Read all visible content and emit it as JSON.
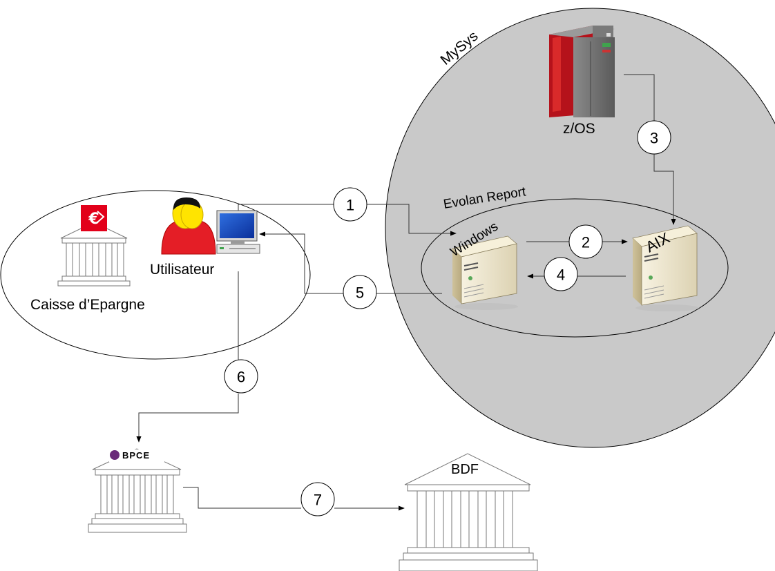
{
  "labels": {
    "mysys": "MySys",
    "zos": "z/OS",
    "evolan": "Evolan Report",
    "windows": "Windows",
    "aix": "AIX",
    "utilisateur": "Utilisateur",
    "caisse": "Caisse d’Epargne",
    "bpce": "BPCE",
    "bdf": "BDF"
  },
  "steps": [
    "1",
    "2",
    "3",
    "4",
    "5",
    "6",
    "7"
  ],
  "colors": {
    "mysys_fill": "#c9c9c9",
    "caisse_logo_red": "#e2001a",
    "mainframe_red": "#b5121b",
    "user_red": "#e41e26",
    "user_face": "#ffe400",
    "server_beige": "#efe7cf",
    "bpce_purple": "#6a2a7a"
  },
  "icons": [
    "bank-icon",
    "caisse-epargne-logo-icon",
    "user-icon",
    "desktop-computer-icon",
    "mainframe-icon",
    "server-icon",
    "bpce-logo-icon"
  ]
}
